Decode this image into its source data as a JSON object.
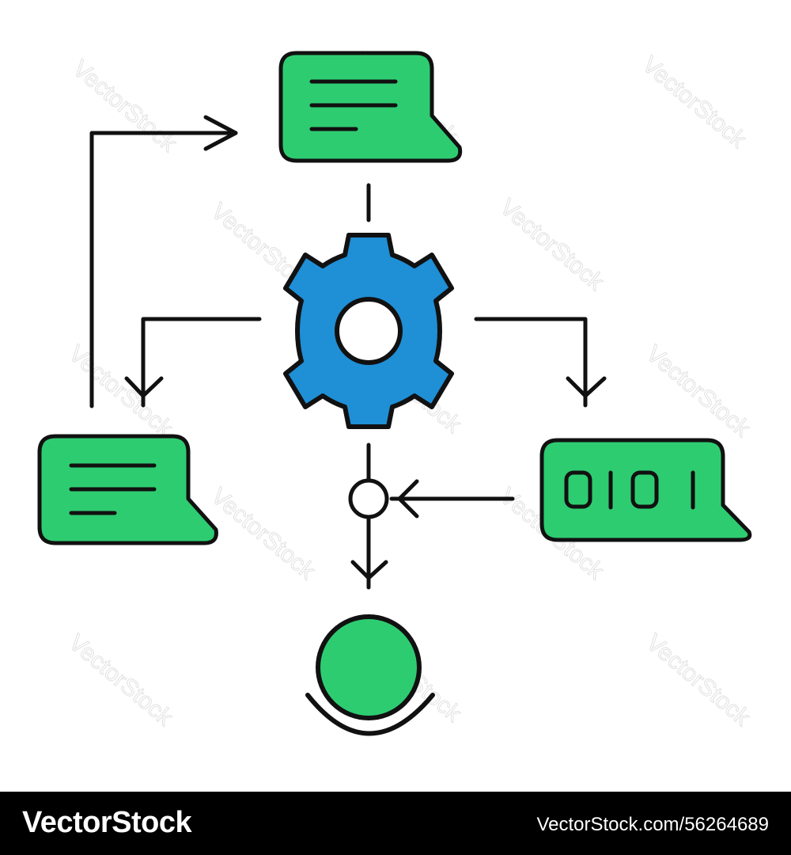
{
  "diagram": {
    "binary_label": "0101"
  },
  "watermark": {
    "text": "VectorStock"
  },
  "footer": {
    "brand": "VectorStock",
    "url": "VectorStock.com/56264689"
  },
  "colors": {
    "green": "#2ecc71",
    "blue": "#1f8fd6",
    "stroke": "#111111",
    "footer_bg": "#000000"
  },
  "icons": [
    "gear-icon",
    "speech-bubble-icon",
    "binary-bubble-icon",
    "user-icon",
    "arrow-icon"
  ]
}
